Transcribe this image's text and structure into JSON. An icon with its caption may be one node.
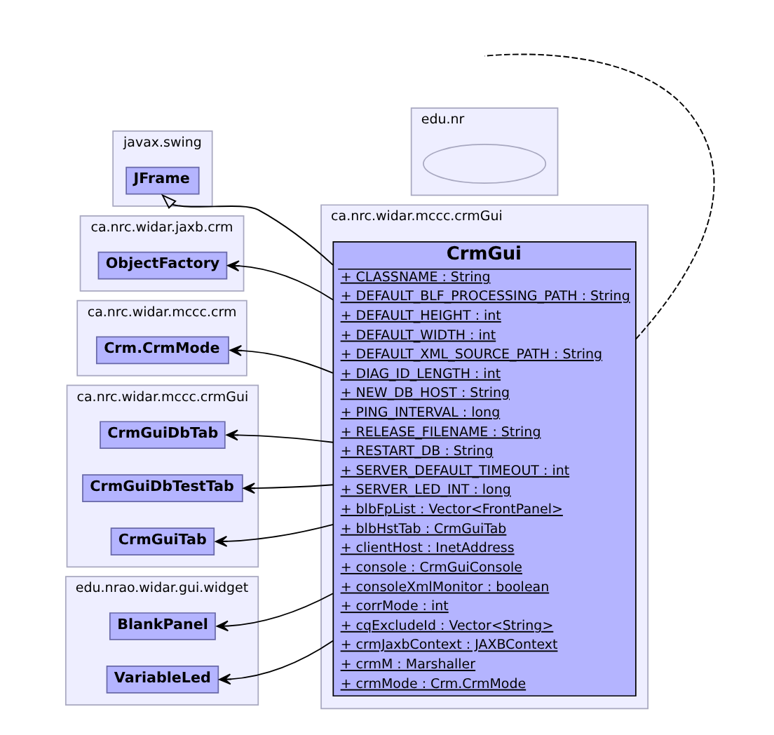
{
  "diagram": {
    "nodes": [
      {
        "text": [
          "javax.swing"
        ]
      },
      {
        "text": [
          "JFrame"
        ],
        "in": 0
      },
      {
        "text": [
          "edu.nr"
        ]
      },
      {
        "text": [],
        "shape": "ellipse",
        "in": 2
      },
      {
        "text": [
          "ca.nrc.widar.jaxb.crm"
        ]
      },
      {
        "text": [
          "ObjectFactory"
        ],
        "in": 4
      },
      {
        "text": [
          "ca.nrc.widar.mccc.crmGui"
        ]
      },
      {
        "text": [
          "CrmGui",
          "+ CLASSNAME : String",
          "+ DEFAULT_BLF_PROCESSING_PATH : String",
          "+ DEFAULT_HEIGHT : int",
          "+ DEFAULT_WIDTH : int",
          "+ DEFAULT_XML_SOURCE_PATH : String",
          "+ DIAG_ID_LENGTH : int",
          "+ NEW_DB_HOST : String",
          "+ PING_INTERVAL : long",
          "+ RELEASE_FILENAME : String",
          "+ RESTART_DB : String",
          "+ SERVER_DEFAULT_TIMEOUT : int",
          "+ SERVER_LED_INT : long",
          "+ blbFpList : Vector<FrontPanel>",
          "+ blbHstTab : CrmGuiTab",
          "+ clientHost : InetAddress",
          "+ console : CrmGuiConsole",
          "+ consoleXmlMonitor : boolean",
          "+ corrMode : int",
          "+ cqExcludeId : Vector<String>",
          "+ crmJaxbContext : JAXBContext",
          "+ crmM : Marshaller",
          "+ crmMode : Crm.CrmMode"
        ],
        "in": 6
      },
      {
        "text": [
          "ca.nrc.widar.mccc.crm"
        ]
      },
      {
        "text": [
          "Crm.CrmMode"
        ],
        "in": 8
      },
      {
        "text": [
          "ca.nrc.widar.mccc.crmGui"
        ]
      },
      {
        "text": [
          "CrmGuiDbTab"
        ],
        "in": 10
      },
      {
        "text": [
          "CrmGuiDbTestTab"
        ],
        "in": 10
      },
      {
        "text": [
          "CrmGuiTab"
        ],
        "in": 10
      },
      {
        "text": [
          "edu.nrao.widar.gui.widget"
        ]
      },
      {
        "text": [
          "BlankPanel"
        ],
        "in": 14
      },
      {
        "text": [
          "VariableLed"
        ],
        "in": 14
      }
    ],
    "edges": [
      {
        "from": 7,
        "to": 1,
        "arrow": "to"
      },
      {
        "from": 7,
        "to": 5,
        "arrow": "to"
      },
      {
        "from": 7,
        "to": 9,
        "arrow": "to"
      },
      {
        "from": 7,
        "to": 11,
        "arrow": "to"
      },
      {
        "from": 7,
        "to": 12,
        "arrow": "to"
      },
      {
        "from": 7,
        "to": 13,
        "arrow": "to"
      },
      {
        "from": 7,
        "to": 15,
        "arrow": "to"
      },
      {
        "from": 7,
        "to": 16,
        "arrow": "to"
      },
      {
        "from": 7,
        "to": null,
        "arrow": "none",
        "style": "dashed"
      }
    ]
  }
}
